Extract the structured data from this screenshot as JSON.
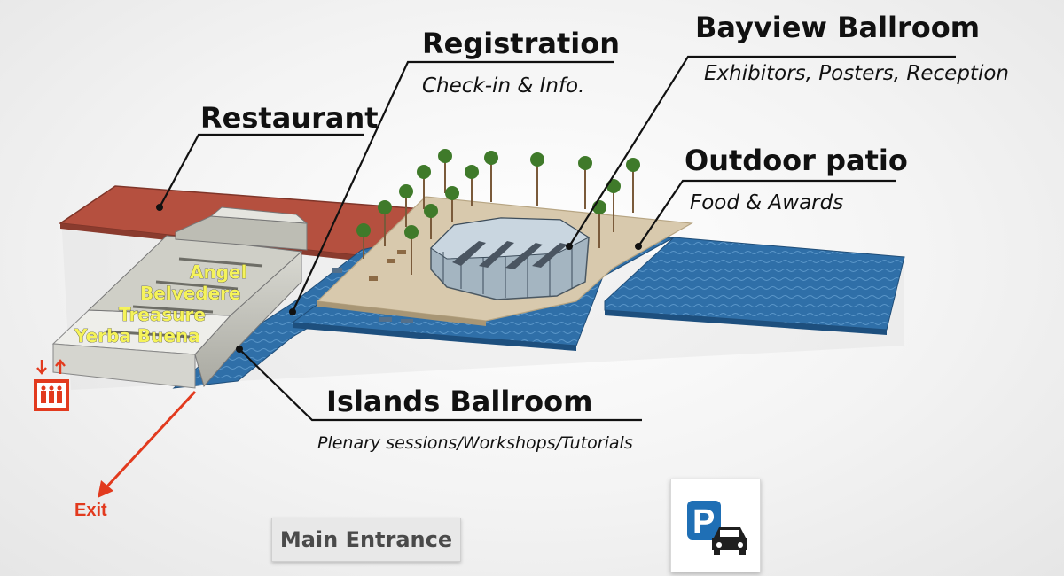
{
  "venue_areas": {
    "registration": {
      "title": "Registration",
      "subtitle": "Check-in & Info."
    },
    "bayview": {
      "title": "Bayview Ballroom",
      "subtitle": "Exhibitors, Posters, Reception"
    },
    "restaurant": {
      "title": "Restaurant"
    },
    "patio": {
      "title": "Outdoor patio",
      "subtitle": "Food & Awards"
    },
    "islands": {
      "title": "Islands Ballroom",
      "subtitle": "Plenary sessions/Workshops/Tutorials"
    }
  },
  "meeting_rooms": [
    "Angel",
    "Belvedere",
    "Treasure",
    "Yerba Buena"
  ],
  "exit_label": "Exit",
  "main_entrance_label": "Main Entrance",
  "icons": {
    "elevator": "elevator-icon",
    "parking": "parking-icon"
  },
  "colors": {
    "restaurant": "#b5503f",
    "water": "#2f6fa8",
    "patio": "#d8c9ad",
    "exit": "#e23a1e",
    "room_label": "#f5f35a",
    "parking_blue": "#1f6fb5"
  }
}
